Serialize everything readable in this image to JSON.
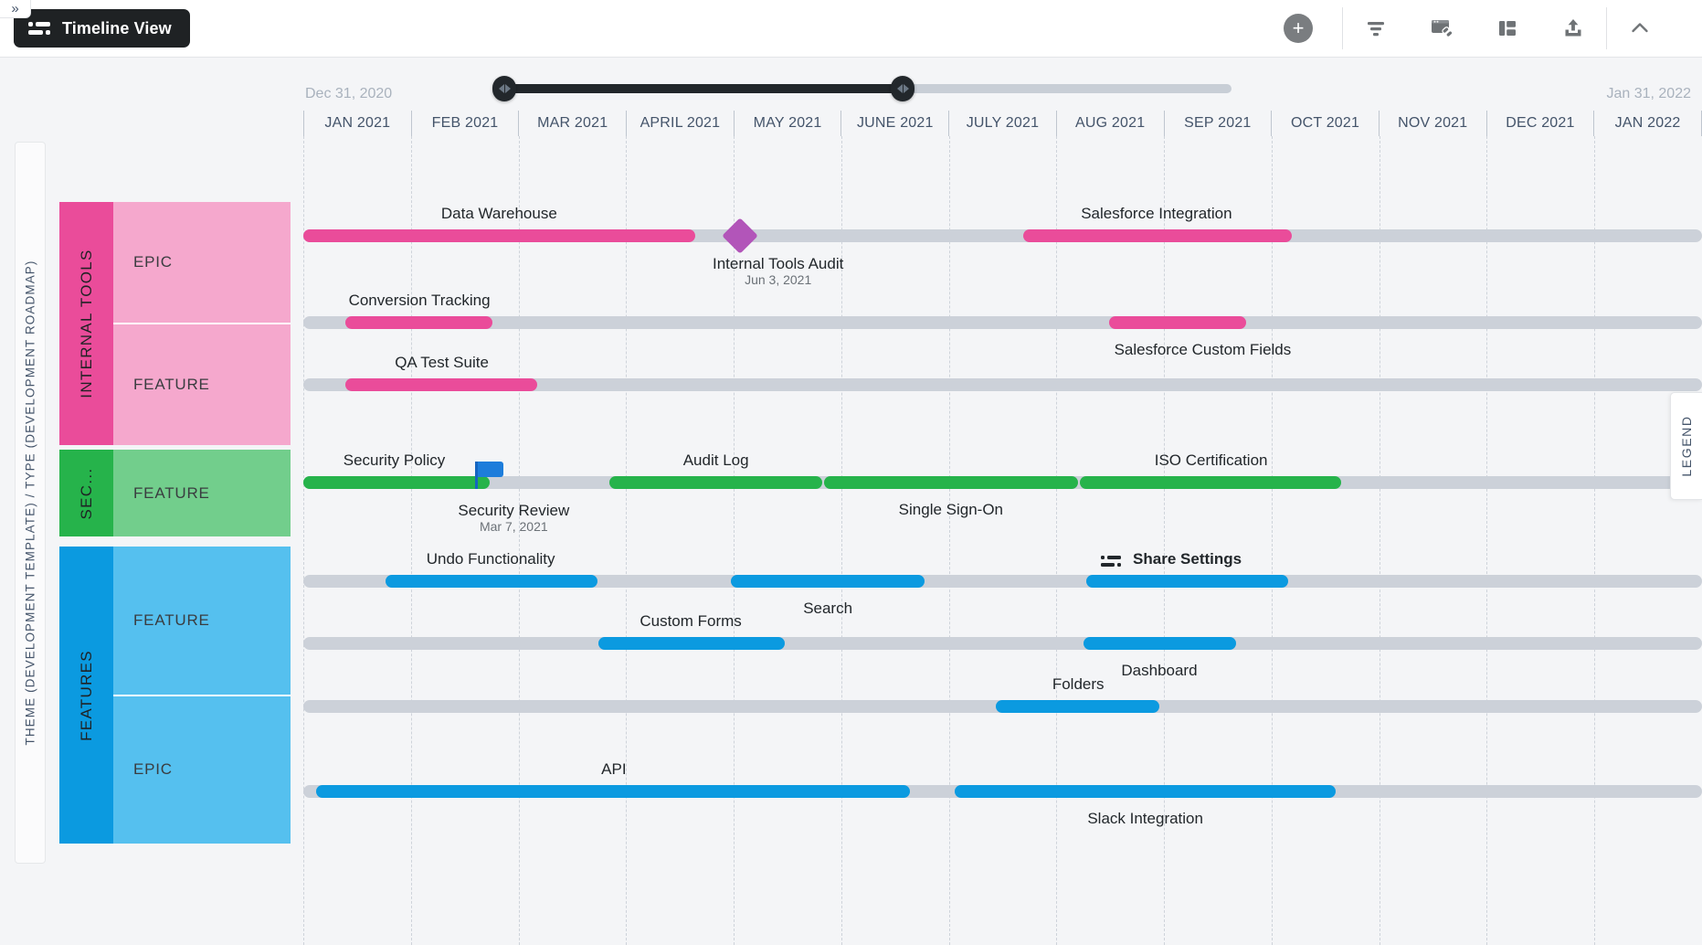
{
  "topbar": {
    "collapse_label": "»",
    "view_title": "Timeline View",
    "view_icon": "timeline-list-icon",
    "add_label": "+",
    "tools": [
      {
        "name": "filter-icon",
        "glyph": "filter"
      },
      {
        "name": "link-window-icon",
        "glyph": "link-window"
      },
      {
        "name": "layout-panel-icon",
        "glyph": "layout"
      },
      {
        "name": "export-upload-icon",
        "glyph": "upload"
      },
      {
        "name": "chevron-up-icon",
        "glyph": "chevron-up"
      }
    ]
  },
  "range_slider": {
    "start_handle_label": "range-start-handle",
    "end_handle_label": "range-end-handle",
    "left_position_pct": 0,
    "right_position_pct": 54.8
  },
  "timeline": {
    "start_date": "Dec 31, 2020",
    "end_date": "Jan 31, 2022",
    "months": [
      "JAN 2021",
      "FEB 2021",
      "MAR 2021",
      "APRIL 2021",
      "MAY 2021",
      "JUNE 2021",
      "JULY 2021",
      "AUG 2021",
      "SEP 2021",
      "OCT 2021",
      "NOV 2021",
      "DEC 2021",
      "JAN 2022"
    ]
  },
  "sidebar": {
    "axis_label": "THEME (DEVELOPMENT TEMPLATE)  /  TYPE (DEVELOPMENT ROADMAP)",
    "groups": [
      {
        "name": "INTERNAL TOOLS",
        "color": "#ea4c9a",
        "tint": "#f5a8cd",
        "rows": [
          "EPIC",
          "FEATURE"
        ]
      },
      {
        "name": "SEC...",
        "color": "#26b34b",
        "tint": "#72ce8c",
        "rows": [
          "FEATURE"
        ]
      },
      {
        "name": "FEATURES",
        "color": "#0b9ae0",
        "tint": "#55c0ef",
        "rows": [
          "FEATURE",
          "EPIC"
        ]
      }
    ]
  },
  "legend": {
    "label": "LEGEND"
  },
  "chart_data": {
    "type": "gantt",
    "title": "Timeline View",
    "axis_start": "Dec 31, 2020",
    "axis_end": "Jan 31, 2022",
    "categories": [
      "JAN 2021",
      "FEB 2021",
      "MAR 2021",
      "APRIL 2021",
      "MAY 2021",
      "JUNE 2021",
      "JULY 2021",
      "AUG 2021",
      "SEP 2021",
      "OCT 2021",
      "NOV 2021",
      "DEC 2021",
      "JAN 2022"
    ],
    "lanes": [
      {
        "lane_id": "internal-tools-epic",
        "group": "INTERNAL TOOLS",
        "type": "EPIC",
        "color": "#ea4c9a",
        "bars": [
          {
            "label": "Data Warehouse",
            "start_pct": 0.0,
            "end_pct": 28.0,
            "label_pos_pct": 14.0,
            "label_above": true
          },
          {
            "label": "Salesforce Integration",
            "start_pct": 51.5,
            "end_pct": 70.7,
            "label_pos_pct": 61.0,
            "label_above": true
          }
        ],
        "milestones": [
          {
            "label": "Internal Tools Audit",
            "date": "Jun 3, 2021",
            "pos_pct": 31.2
          }
        ]
      },
      {
        "lane_id": "internal-tools-feature-1",
        "group": "INTERNAL TOOLS",
        "type": "FEATURE",
        "color": "#ea4c9a",
        "bars": [
          {
            "label": "Conversion Tracking",
            "start_pct": 3.0,
            "end_pct": 13.5,
            "label_pos_pct": 8.3,
            "label_above": true
          },
          {
            "label": "Salesforce Custom Fields",
            "start_pct": 57.6,
            "end_pct": 67.4,
            "label_pos_pct": 64.3,
            "label_above": false
          }
        ],
        "milestones": []
      },
      {
        "lane_id": "internal-tools-feature-2",
        "group": "INTERNAL TOOLS",
        "type": "FEATURE",
        "color": "#ea4c9a",
        "bars": [
          {
            "label": "QA Test Suite",
            "start_pct": 3.0,
            "end_pct": 16.7,
            "label_pos_pct": 9.9,
            "label_above": true
          }
        ],
        "milestones": []
      },
      {
        "lane_id": "security-feature",
        "group": "SEC...",
        "type": "FEATURE",
        "color": "#26b34b",
        "bars": [
          {
            "label": "Security Policy",
            "start_pct": 0.0,
            "end_pct": 13.3,
            "label_pos_pct": 6.5,
            "label_above": true
          },
          {
            "label": "Audit Log",
            "start_pct": 21.9,
            "end_pct": 37.1,
            "label_pos_pct": 29.5,
            "label_above": true
          },
          {
            "label": "Single Sign-On",
            "start_pct": 37.2,
            "end_pct": 55.4,
            "label_pos_pct": 46.3,
            "label_above": false
          },
          {
            "label": "ISO Certification",
            "start_pct": 55.5,
            "end_pct": 74.2,
            "label_pos_pct": 64.9,
            "label_above": true
          }
        ],
        "milestones": [
          {
            "label": "Security Review",
            "date": "Mar 7, 2021",
            "pos_pct": 12.3,
            "icon": "flag-icon"
          }
        ]
      },
      {
        "lane_id": "features-feature-1",
        "group": "FEATURES",
        "type": "FEATURE",
        "color": "#0b9ae0",
        "bars": [
          {
            "label": "Undo Functionality",
            "start_pct": 5.9,
            "end_pct": 21.0,
            "label_pos_pct": 13.4,
            "label_above": true
          },
          {
            "label": "Search",
            "start_pct": 30.6,
            "end_pct": 44.4,
            "label_pos_pct": 37.5,
            "label_above": false
          },
          {
            "label": "Share Settings",
            "start_pct": 56.0,
            "end_pct": 70.4,
            "label_pos_pct": 63.2,
            "label_above": true,
            "icon": "share-settings-icon",
            "bold": true
          }
        ],
        "milestones": []
      },
      {
        "lane_id": "features-feature-2",
        "group": "FEATURES",
        "type": "FEATURE",
        "color": "#0b9ae0",
        "bars": [
          {
            "label": "Custom Forms",
            "start_pct": 21.1,
            "end_pct": 34.4,
            "label_pos_pct": 27.7,
            "label_above": true
          },
          {
            "label": "Dashboard",
            "start_pct": 55.8,
            "end_pct": 66.7,
            "label_pos_pct": 61.2,
            "label_above": false
          }
        ],
        "milestones": []
      },
      {
        "lane_id": "features-feature-3",
        "group": "FEATURES",
        "type": "FEATURE",
        "color": "#0b9ae0",
        "bars": [
          {
            "label": "Folders",
            "start_pct": 49.5,
            "end_pct": 61.2,
            "label_pos_pct": 55.4,
            "label_above": true
          }
        ],
        "milestones": []
      },
      {
        "lane_id": "features-epic",
        "group": "FEATURES",
        "type": "EPIC",
        "color": "#0b9ae0",
        "bars": [
          {
            "label": "API",
            "start_pct": 0.9,
            "end_pct": 43.4,
            "label_pos_pct": 22.2,
            "label_above": true
          },
          {
            "label": "Slack Integration",
            "start_pct": 46.6,
            "end_pct": 73.8,
            "label_pos_pct": 60.2,
            "label_above": false
          }
        ],
        "milestones": []
      }
    ]
  }
}
